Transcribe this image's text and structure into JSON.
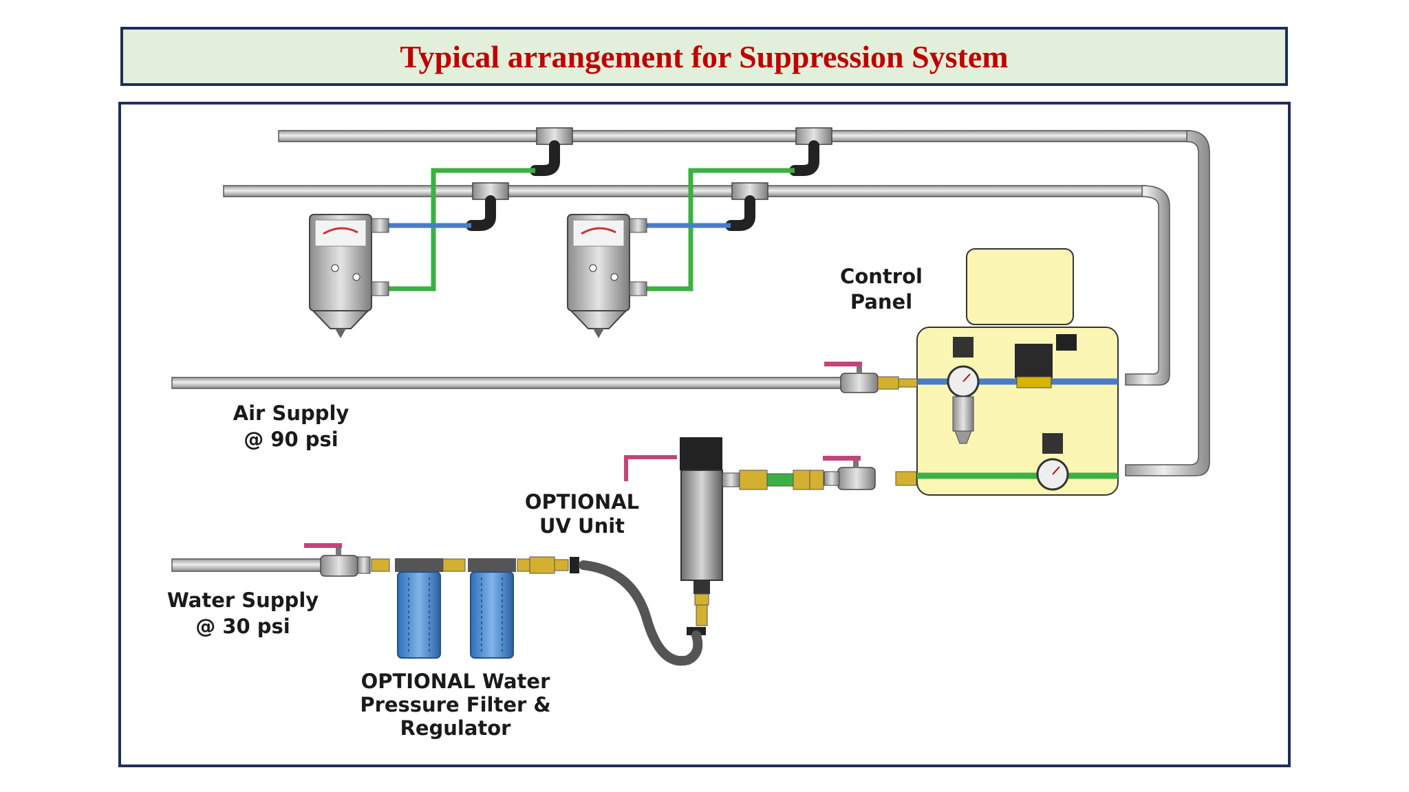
{
  "title": "Typical arrangement for Suppression System",
  "labels": {
    "control_panel": [
      "Control",
      "Panel"
    ],
    "air_supply": [
      "Air Supply",
      "@ 90 psi"
    ],
    "water_supply": [
      "Water Supply",
      "@ 30 psi"
    ],
    "uv_unit": [
      "OPTIONAL",
      "UV Unit"
    ],
    "filter_regulator": [
      "OPTIONAL Water",
      "Pressure Filter &",
      "Regulator"
    ]
  },
  "colors": {
    "title_text": "#c00000",
    "title_background": "#e2efda",
    "frame_border": "#1f2d5c",
    "air_line": "#4a7bc8",
    "water_line": "#3cb043",
    "control_panel_fill": "#fbf6b4",
    "filter_housing": "#4f8fd6",
    "uv_lamp_wire": "#c2457a"
  }
}
